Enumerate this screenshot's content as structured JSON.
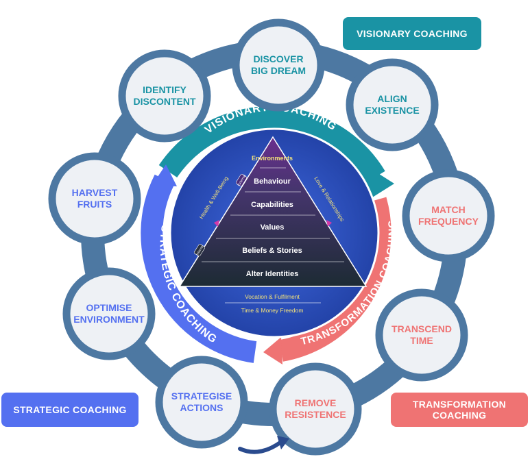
{
  "colors": {
    "visionary": "#1a93a4",
    "strategic": "#5470f0",
    "transformation": "#ef7373",
    "ring": "#4d78a2",
    "circle_fill": "#eef1f5",
    "pyramid_top": "#5e2c86",
    "pyramid_bottom": "#1e2f3a",
    "blue_disc": "#2d54c8"
  },
  "tags": {
    "visionary": "VISIONARY COACHING",
    "strategic": "STRATEGIC COACHING",
    "transformation_line1": "TRANSFORMATION",
    "transformation_line2": "COACHING"
  },
  "arcs": {
    "visionary": "VISIONARY COACHING",
    "strategic": "STRATEGIC COACHING",
    "transformation": "TRANSFORMATION COACHING"
  },
  "nodes": [
    {
      "line1": "DISCOVER",
      "line2": "BIG DREAM",
      "group": "visionary"
    },
    {
      "line1": "ALIGN",
      "line2": "EXISTENCE",
      "group": "visionary"
    },
    {
      "line1": "MATCH",
      "line2": "FREQUENCY",
      "group": "transformation"
    },
    {
      "line1": "TRANSCEND",
      "line2": "TIME",
      "group": "transformation"
    },
    {
      "line1": "REMOVE",
      "line2": "RESISTENCE",
      "group": "transformation"
    },
    {
      "line1": "STRATEGISE",
      "line2": "ACTIONS",
      "group": "strategic"
    },
    {
      "line1": "OPTIMISE",
      "line2": "ENVIRONMENT",
      "group": "strategic"
    },
    {
      "line1": "HARVEST",
      "line2": "FRUITS",
      "group": "strategic"
    },
    {
      "line1": "IDENTIFY",
      "line2": "DISCONTENT",
      "group": "visionary"
    }
  ],
  "pyramid": {
    "levels": [
      "Environments",
      "Behaviour",
      "Capabilities",
      "Values",
      "Beliefs & Stories",
      "Alter Identities"
    ],
    "left_side": "Health & Well-Being",
    "right_side": "Love & Relationships",
    "external_tag": "External",
    "internal_tag": "Internal",
    "bottom_1": "Vocation & Fulfilment",
    "bottom_2": "Time & Money Freedom"
  }
}
